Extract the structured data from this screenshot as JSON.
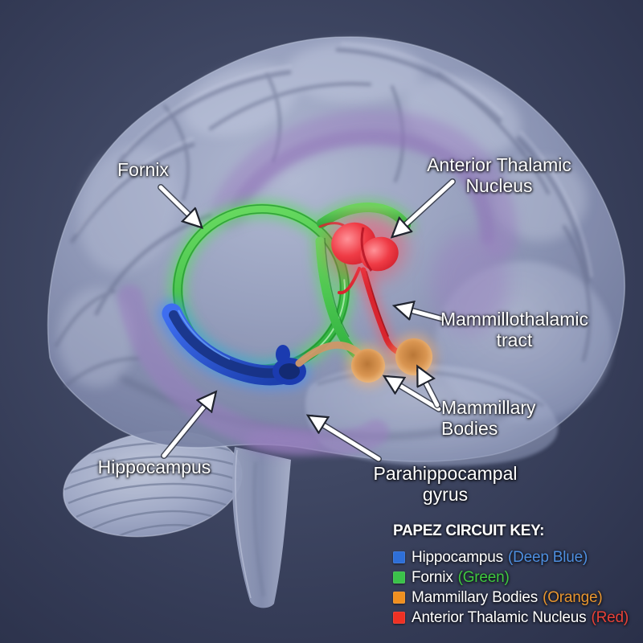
{
  "figure": {
    "title": "Papez circuit brain illustration",
    "view": "translucent lateral 3D brain",
    "annotations": {
      "fornix": "Fornix",
      "anterior_thalamic_1": "Anterior Thalamic",
      "anterior_thalamic_2": "Nucleus",
      "mammillothalamic_1": "Mammillothalamic",
      "mammillothalamic_2": "tract",
      "mammillary_1": "Mammillary",
      "mammillary_2": "Bodies",
      "hippocampus": "Hippocampus",
      "parahippocampal_1": "Parahippocampal",
      "parahippocampal_2": "gyrus"
    },
    "structures": [
      {
        "name": "Hippocampus",
        "color": "#1e42c8"
      },
      {
        "name": "Fornix",
        "color": "#3dc44c"
      },
      {
        "name": "Mammillary Bodies",
        "color": "#e8913c"
      },
      {
        "name": "Anterior Thalamic Nucleus",
        "color": "#e8323c"
      },
      {
        "name": "Mammillothalamic tract",
        "color": "#d8252f"
      },
      {
        "name": "Parahippocampal gyrus",
        "color": "#9a7fc0"
      }
    ]
  },
  "legend": {
    "title": "PAPEZ CIRCUIT KEY:",
    "items": [
      {
        "name": "Hippocampus",
        "color_label": "(Deep Blue)",
        "text_color": "#4e8fe0",
        "swatch_color": "#2e6fd8"
      },
      {
        "name": "Fornix",
        "color_label": "(Green)",
        "text_color": "#3fc93f",
        "swatch_color": "#3bc24a"
      },
      {
        "name": "Mammillary Bodies",
        "color_label": "(Orange)",
        "text_color": "#e8952f",
        "swatch_color": "#f09020"
      },
      {
        "name": "Anterior Thalamic Nucleus",
        "color_label": "(Red)",
        "text_color": "#e84138",
        "swatch_color": "#ee3124"
      }
    ]
  },
  "colors": {
    "background": "#3a4158",
    "brain_surface": "#9ba4c2",
    "label_text": "#ffffff",
    "arrow": "#ffffff"
  }
}
